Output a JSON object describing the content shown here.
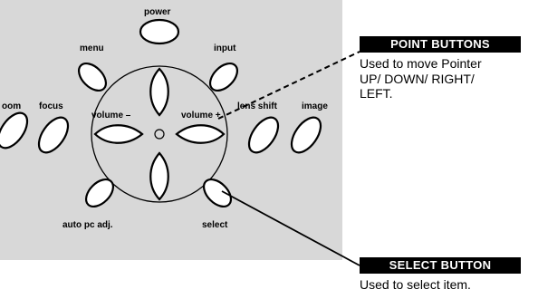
{
  "panel": {
    "color": "#d8d8d8",
    "buttons": {
      "power": "power",
      "menu": "menu",
      "input": "input",
      "zoom": "oom",
      "focus": "focus",
      "volume_minus": "volume –",
      "volume_plus": "volume +",
      "lens_shift": "lens shift",
      "image": "image",
      "auto_pc_adj": "auto pc adj.",
      "select": "select"
    }
  },
  "callouts": {
    "point": {
      "title": "POINT BUTTONS",
      "description": "Used to move Pointer\nUP/ DOWN/ RIGHT/\nLEFT."
    },
    "select": {
      "title": "SELECT BUTTON",
      "description": "Used to select item."
    }
  }
}
